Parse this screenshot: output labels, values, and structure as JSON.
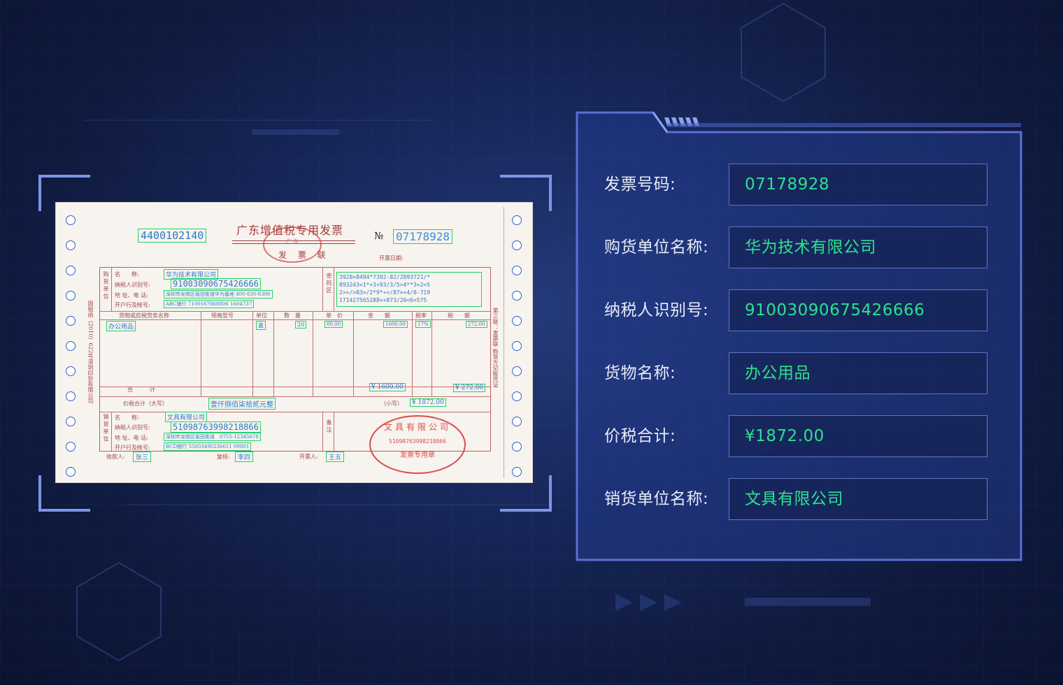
{
  "invoice": {
    "title": "广东增值税专用发票",
    "sub_title": "发 票 联",
    "code": "4400102140",
    "no_symbol": "№",
    "number": "07178928",
    "issue_date_label": "开票日期:",
    "buyer_side_label": "购 货 单 位",
    "buyer_name_label": "名　　称:",
    "buyer_name": "华为技术有限公司",
    "buyer_taxid_label": "纳税人识别号:",
    "buyer_taxid": "91003090675426666",
    "buyer_addr_label": "地 址、电 话:",
    "buyer_addr": "深圳市龙岗区坂田街道华为基地 400-830-8300",
    "buyer_bank_label": "开户行及帐号:",
    "buyer_bank": "ABC银行 7100167868806 1604737",
    "cipher_label": "密 码 区",
    "cipher_lines": [
      "3928<8494*7392-82/2893721/*",
      "893243<1*+3+93/3/5>4**3<2<5",
      "2>+/>83>/2*9*+</87>+4/0-719",
      "171427565288<+873/20<6<575"
    ],
    "col_item_label": "货物或应税劳务名称",
    "col_spec_label": "规格型号",
    "col_unit_label": "单位",
    "col_qty_label": "数　量",
    "col_price_label": "单　价",
    "col_amount_label": "金　　额",
    "col_rate_label": "税率",
    "col_tax_label": "税　　额",
    "item_name": "办公用品",
    "item_unit": "盒",
    "item_qty": "20",
    "item_price": "80.00",
    "item_amount": "1600.00",
    "item_rate": "17%",
    "item_tax": "272.00",
    "total_label": "合　　　计",
    "total_amount": "¥ 1600.00",
    "total_tax": "¥ 272.00",
    "grand_total_label": "价税合计（大写）",
    "grand_total_upper": "壹仟捌佰柒拾贰元整",
    "grand_total_small_label": "（小写）",
    "grand_total_small": "¥ 1872.00",
    "seller_side_label": "销 货 单 位",
    "seller_name_label": "名　　称:",
    "seller_name": "文具有限公司",
    "seller_taxid_label": "纳税人识别号:",
    "seller_taxid": "51098763998218866",
    "seller_addr_label": "地 址、电 话:",
    "seller_addr": "深圳市龙岗区坂田街道　0755-12345678",
    "seller_bank_label": "开户行及帐号:",
    "seller_bank": "BCD银行 55003490236611 09801",
    "remarks_label": "备 注",
    "payee_label": "收款人:",
    "payee": "张三",
    "reviewer_label": "复核:",
    "reviewer": "李四",
    "drawer_label": "开票人:",
    "drawer": "王五",
    "stamp_company": "文具有限公司",
    "stamp_taxid": "51098763998218866",
    "stamp_footer": "发票专用章",
    "side_text_left": "国税函（2010）622号深圳印钞有限公司",
    "side_text_right": "第三联：发票联 购货方记账凭证",
    "stamp_top_text": "广 东"
  },
  "result_panel": {
    "rows": [
      {
        "label": "发票号码:",
        "value": "07178928"
      },
      {
        "label": "购货单位名称:",
        "value": "华为技术有限公司"
      },
      {
        "label": "纳税人识别号:",
        "value": "91003090675426666"
      },
      {
        "label": "货物名称:",
        "value": "办公用品"
      },
      {
        "label": "价税合计:",
        "value": "¥1872.00"
      },
      {
        "label": "销货单位名称:",
        "value": "文具有限公司"
      }
    ]
  },
  "colors": {
    "background": "#17275a",
    "panel_border": "#5b6fd6",
    "value_text": "#2ee08e",
    "label_text": "#e8ecf8",
    "ocr_box": "#1fd36a",
    "invoice_ink": "#9c3a3a",
    "stamp": "#d63b3b"
  }
}
